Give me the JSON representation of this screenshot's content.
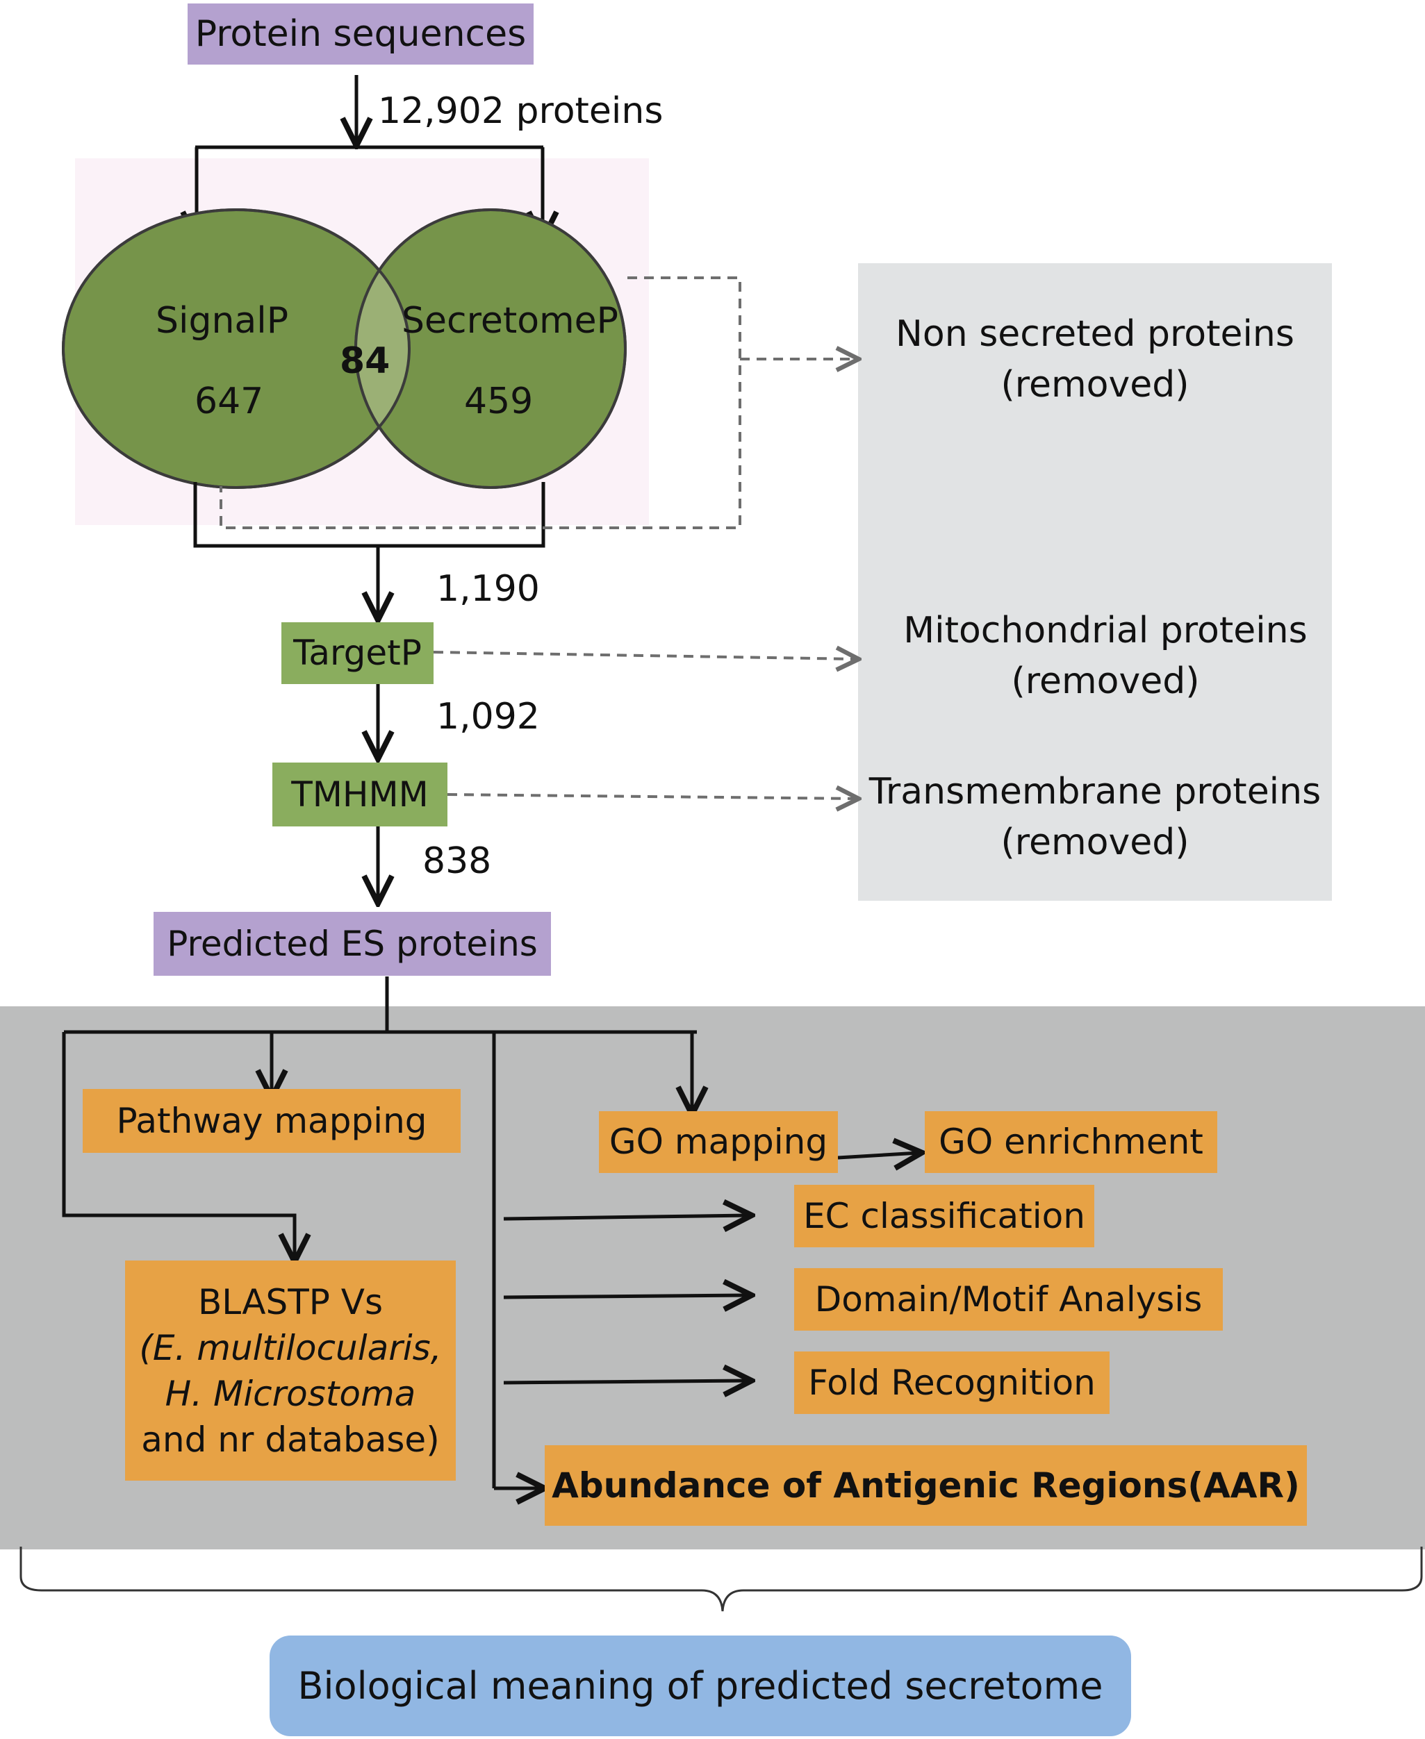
{
  "nodes": {
    "protein_sequences": "Protein sequences",
    "signalp": "SignalP",
    "signalp_count": "647",
    "secretomep": "SecretomeP",
    "secretomep_count": "459",
    "overlap_count": "84",
    "targetp": "TargetP",
    "tmhmm": "TMHMM",
    "predicted_es": "Predicted ES proteins",
    "pathway_mapping": "Pathway mapping",
    "go_mapping": "GO mapping",
    "go_enrichment": "GO enrichment",
    "ec_classification": "EC classification",
    "domain_motif": "Domain/Motif Analysis",
    "fold_recognition": "Fold Recognition",
    "aar": "Abundance of Antigenic Regions(AAR)",
    "blastp": {
      "line1": "BLASTP Vs",
      "line2": "(E. multilocularis,",
      "line3": "H. Microstoma",
      "line4": "and nr database)"
    },
    "biological_meaning": "Biological meaning of predicted secretome"
  },
  "counts": {
    "total": "12,902 proteins",
    "after_signal": "1,190",
    "after_targetp": "1,092",
    "after_tmhmm": "838"
  },
  "removed": {
    "non_secreted_1": "Non secreted proteins",
    "non_secreted_2": "(removed)",
    "mito_1": "Mitochondrial proteins",
    "mito_2": "(removed)",
    "transmem_1": "Transmembrane proteins",
    "transmem_2": "(removed)"
  },
  "colors": {
    "purple": "#b4a1cf",
    "green_box": "#8aad5e",
    "venn_green": "#76944a",
    "orange": "#e7a245",
    "grey_panel": "#e1e3e4",
    "dark_panel": "#bcbdbd",
    "blue": "#91b7e3"
  }
}
